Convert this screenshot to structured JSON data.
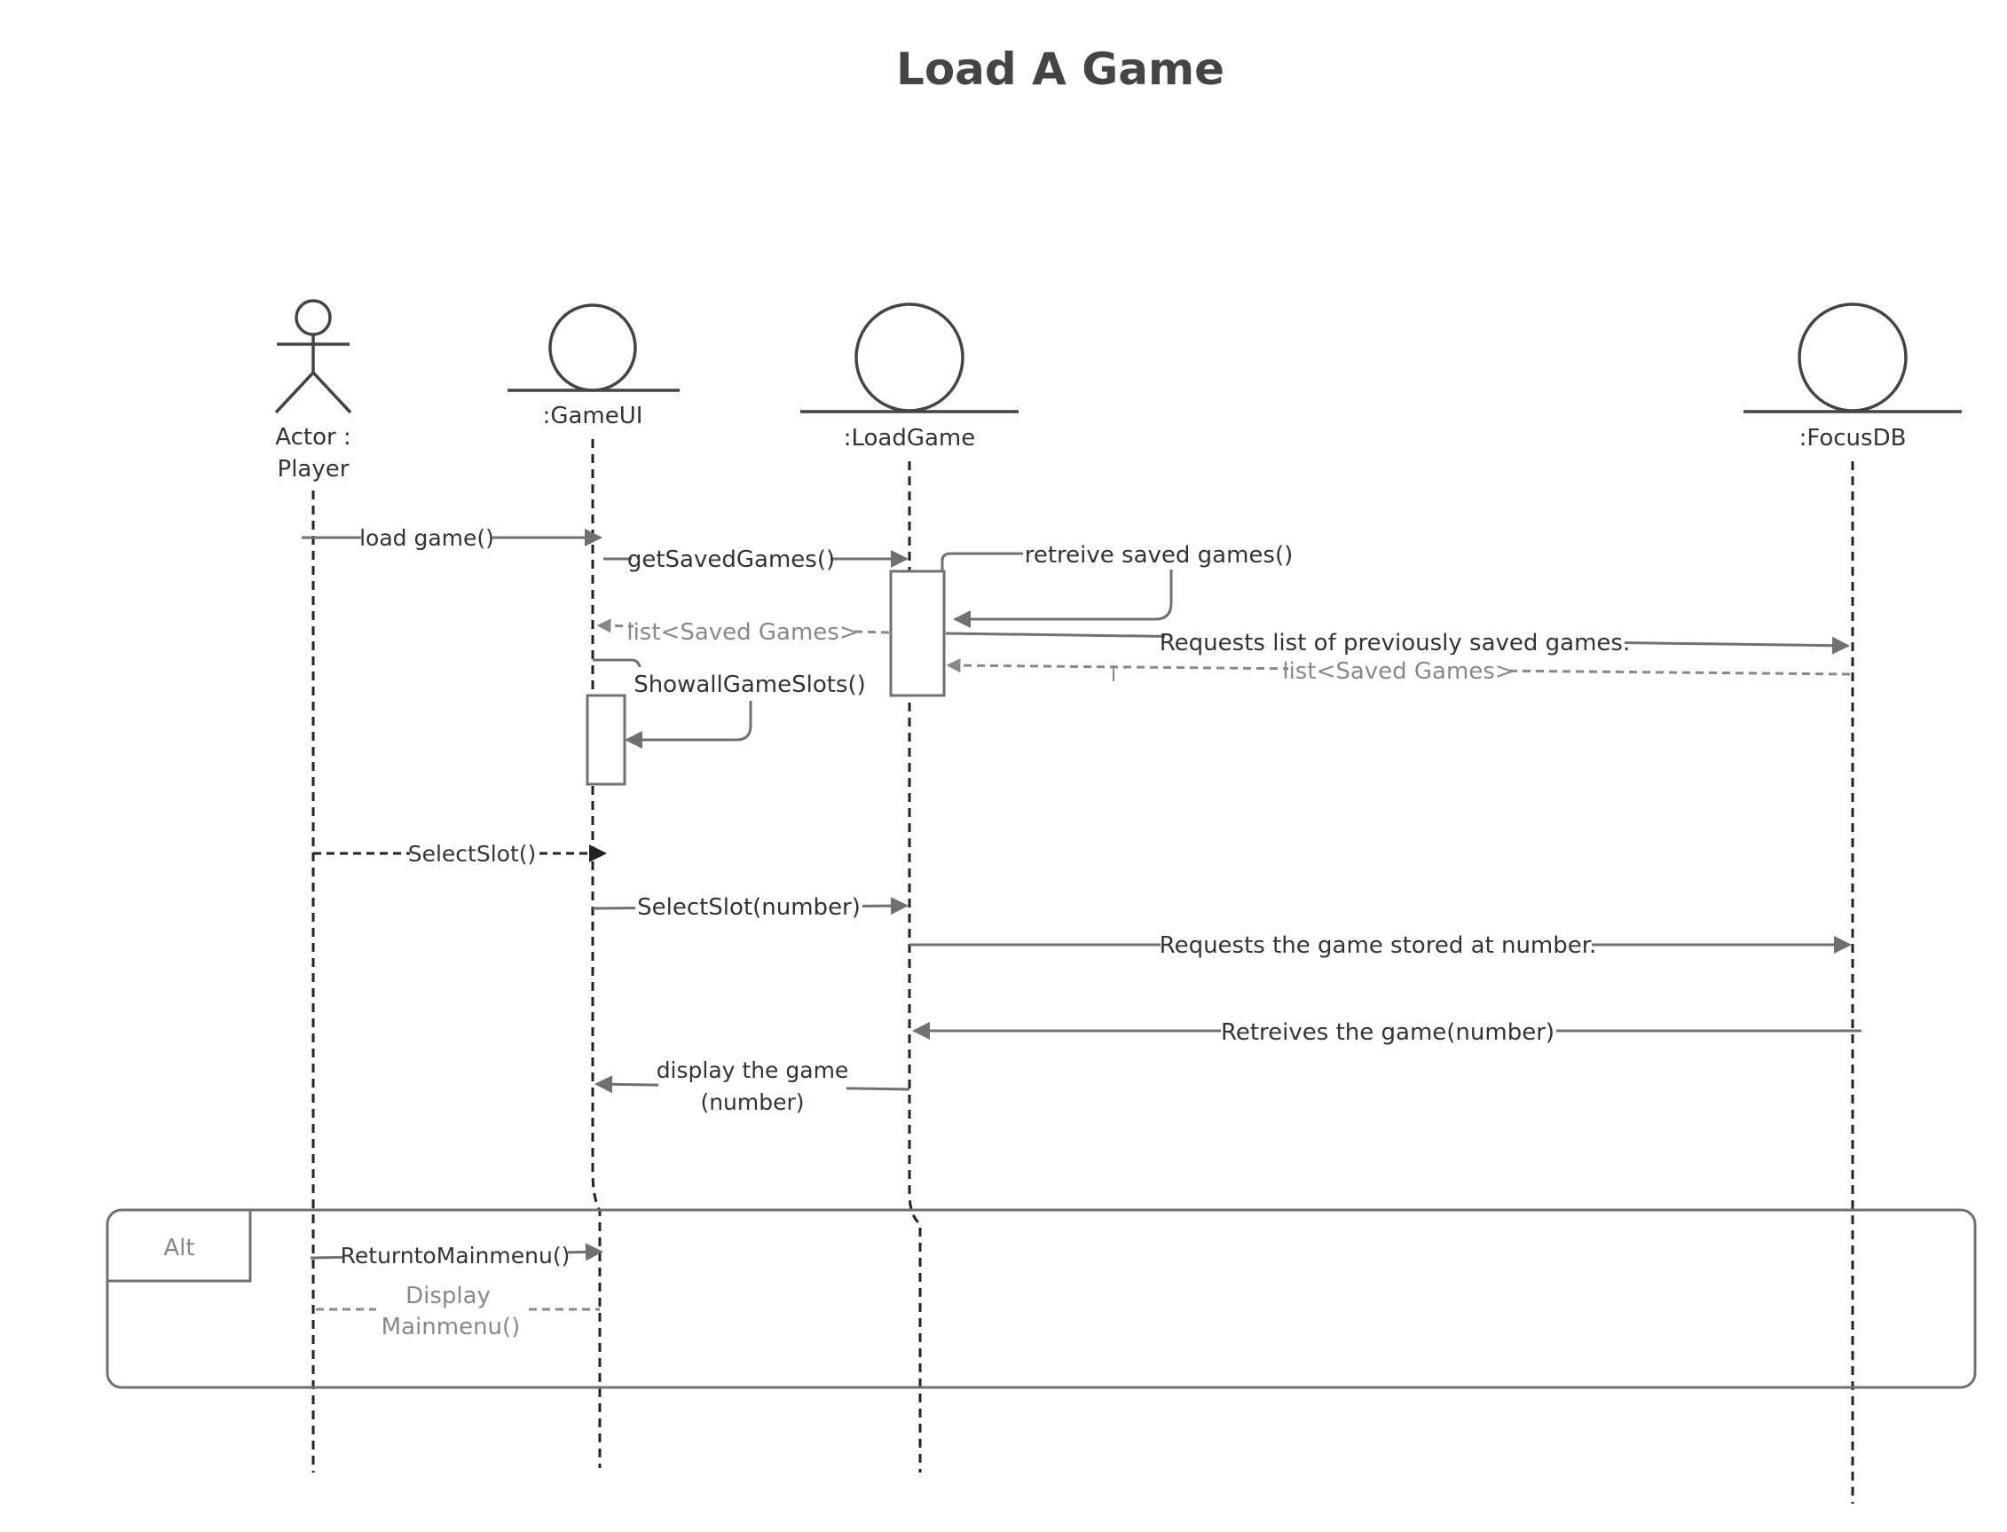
{
  "title": "Load A Game",
  "participants": {
    "player": {
      "line1": "Actor :",
      "line2": "Player",
      "icon": "stick-figure-actor"
    },
    "gameui": {
      "label": ":GameUI",
      "icon": "boundary-circle"
    },
    "loadgame": {
      "label": ":LoadGame",
      "icon": "boundary-circle"
    },
    "focusdb": {
      "label": ":FocusDB",
      "icon": "boundary-circle"
    }
  },
  "messages": {
    "m1": "load game()",
    "m2": "getSavedGames()",
    "m3": "retreive saved games()",
    "m4": "list<Saved Games>",
    "m5": "Requests list of previously saved games.",
    "m6": "list<Saved Games>",
    "m7": "ShowallGameSlots()",
    "m8": "SelectSlot()",
    "m9": "SelectSlot(number)",
    "m10": "Requests the game stored at number.",
    "m11": "Retreives the game(number)",
    "m12_line1": "display the game",
    "m12_line2": "(number)",
    "m13": "ReturntoMainmenu()",
    "m14_line1": "Display",
    "m14_line2": "Mainmenu()"
  },
  "fragment": {
    "label": "Alt"
  },
  "colors": {
    "line": "#707070",
    "return": "#888888",
    "text": "#333333",
    "title": "#444444"
  }
}
